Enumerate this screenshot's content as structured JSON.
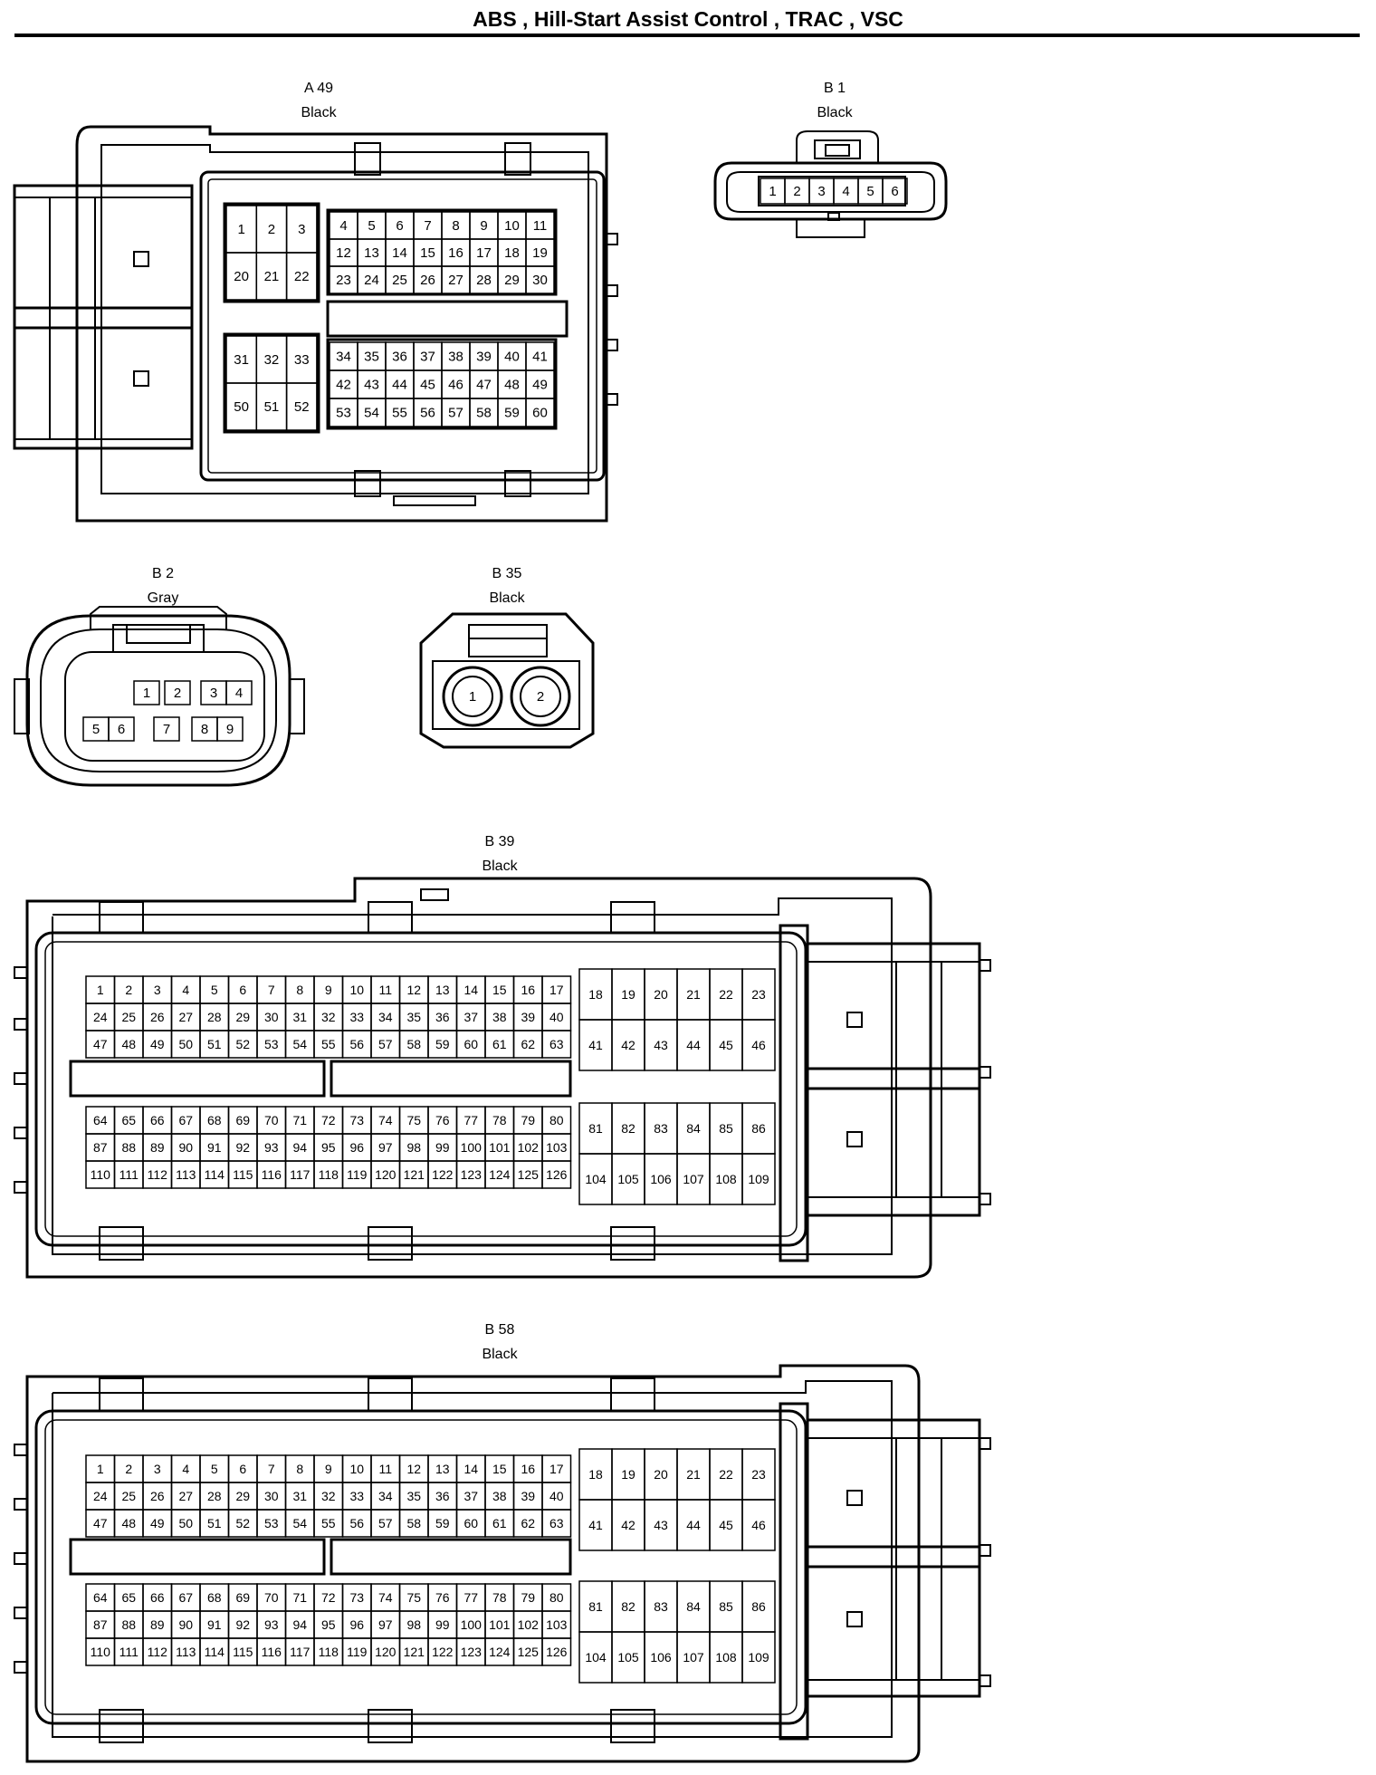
{
  "title": "ABS , Hill-Start Assist Control , TRAC , VSC",
  "connectors": {
    "a49": {
      "id": "A 49",
      "color": "Black"
    },
    "b1": {
      "id": "B 1",
      "color": "Black"
    },
    "b2": {
      "id": "B 2",
      "color": "Gray"
    },
    "b35": {
      "id": "B 35",
      "color": "Black"
    },
    "b39": {
      "id": "B 39",
      "color": "Black"
    },
    "b58": {
      "id": "B 58",
      "color": "Black"
    }
  }
}
